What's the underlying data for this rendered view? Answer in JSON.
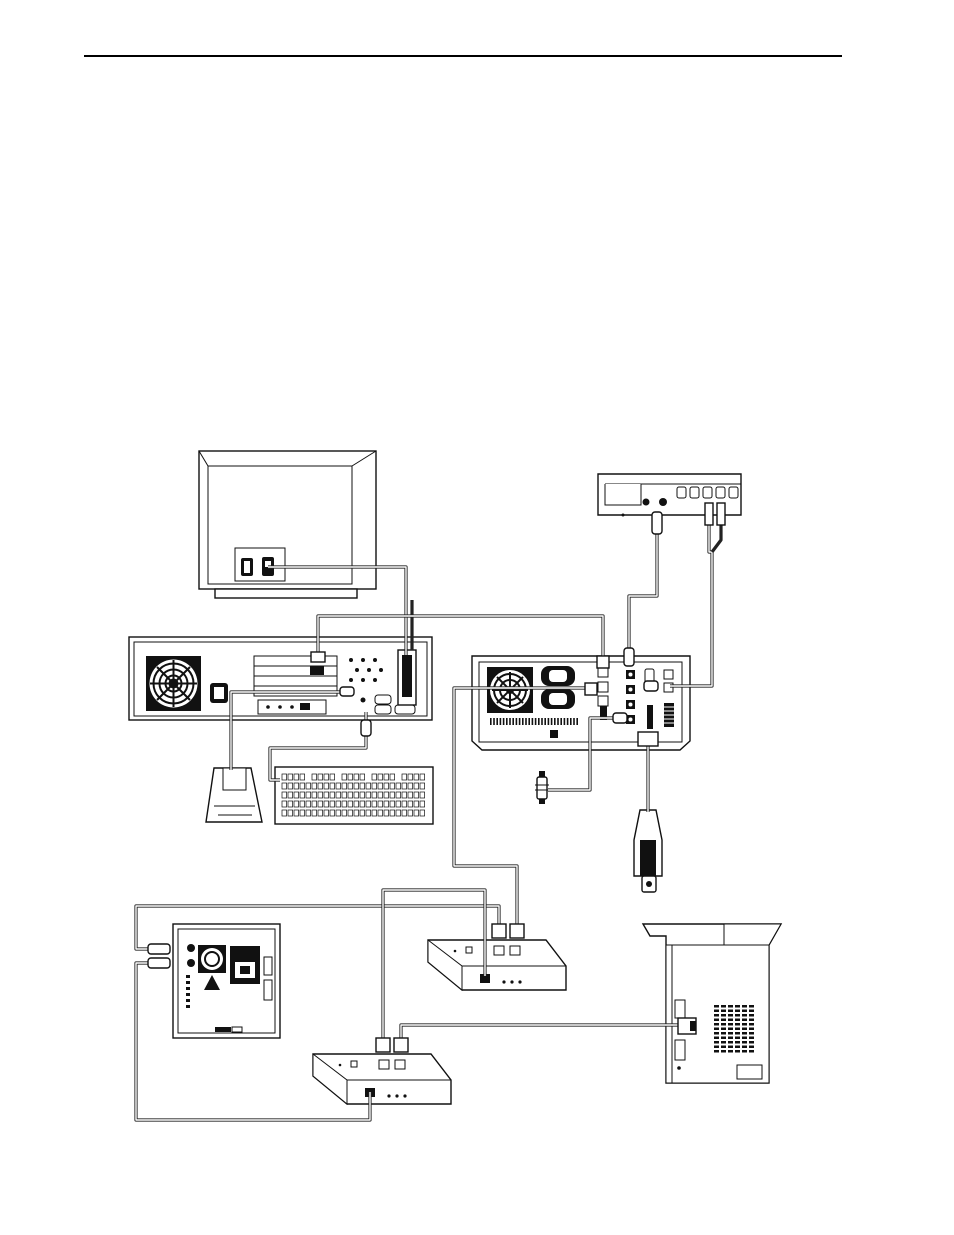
{
  "figure": {
    "type": "hardware-connection-diagram",
    "devices": [
      {
        "id": "monitor",
        "icon": "crt-monitor-icon"
      },
      {
        "id": "host-pc",
        "icon": "desktop-computer-icon"
      },
      {
        "id": "mouse",
        "icon": "mouse-icon"
      },
      {
        "id": "keyboard",
        "icon": "keyboard-icon"
      },
      {
        "id": "video-deck",
        "icon": "video-deck-icon"
      },
      {
        "id": "processing-unit",
        "icon": "control-unit-icon"
      },
      {
        "id": "power-adapter",
        "icon": "power-plug-icon"
      },
      {
        "id": "connector-cable",
        "icon": "connector-plug-icon"
      },
      {
        "id": "amplifier",
        "icon": "amplifier-icon"
      },
      {
        "id": "interface-box-1",
        "icon": "interface-box-icon"
      },
      {
        "id": "interface-box-2",
        "icon": "interface-box-icon"
      },
      {
        "id": "tower-unit",
        "icon": "tower-computer-icon"
      }
    ]
  },
  "colors": {
    "line": "#111111",
    "background": "#ffffff"
  }
}
